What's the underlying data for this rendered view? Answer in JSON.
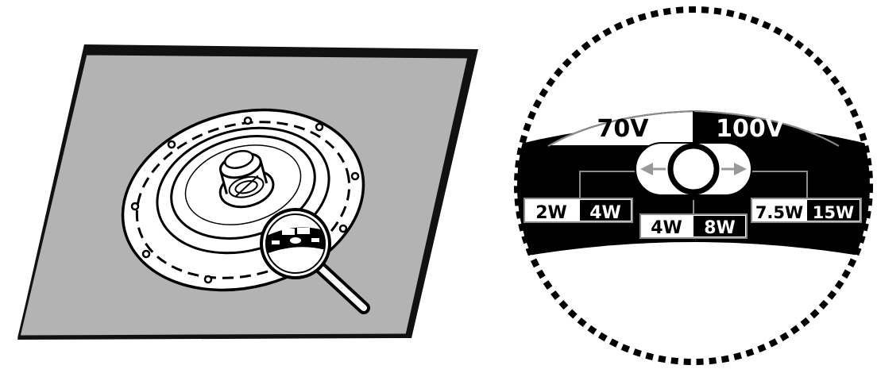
{
  "colors": {
    "panel_fill": "#b3b3b3",
    "panel_edge": "#111111",
    "ink": "#000000",
    "paper": "#ffffff",
    "arrow": "#999999",
    "outline_gray": "#8c8c8c"
  },
  "tap_switch": {
    "voltage_left": "70V",
    "voltage_right": "100V",
    "taps_70v": [
      "2W",
      "4W"
    ],
    "taps_center": [
      "4W",
      "8W"
    ],
    "taps_100v": [
      "7.5W",
      "15W"
    ]
  }
}
